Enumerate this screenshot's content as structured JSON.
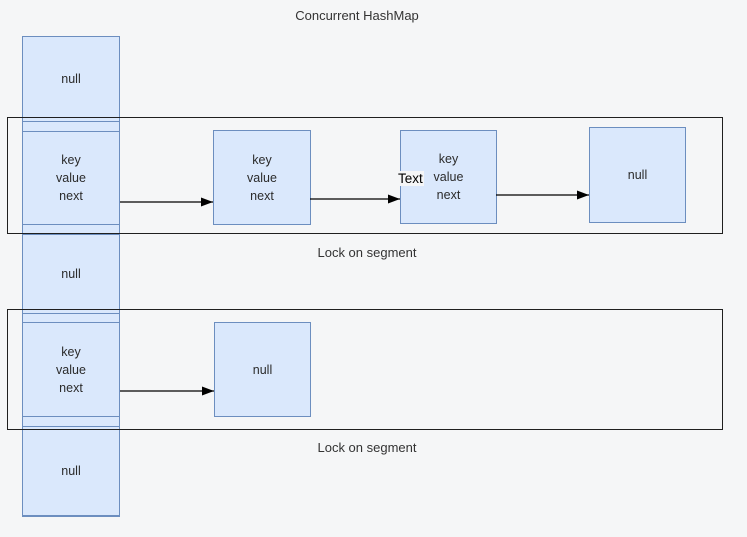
{
  "title": "Concurrent HashMap",
  "diagram": {
    "type": "concurrent-hashmap-structure",
    "bucket_array": {
      "cells": [
        {
          "label": "null"
        },
        {
          "label": "key\nvalue\nnext"
        },
        {
          "label": "null"
        },
        {
          "label": "key\nvalue\nnext"
        },
        {
          "label": "null"
        }
      ]
    },
    "segments": [
      {
        "lock_label": "Lock on segment",
        "edge_label": "Text",
        "chain": [
          {
            "label": "key\nvalue\nnext"
          },
          {
            "label": "key\nvalue\nnext"
          },
          {
            "label": "null"
          }
        ]
      },
      {
        "lock_label": "Lock on segment",
        "chain": [
          {
            "label": "null"
          }
        ]
      }
    ],
    "colors": {
      "node_fill": "#dae8fc",
      "node_border": "#6c8ebf",
      "lock_border": "#1f1f1f",
      "background": "#f5f6f7",
      "text": "#333333",
      "arrow": "#000000"
    }
  }
}
